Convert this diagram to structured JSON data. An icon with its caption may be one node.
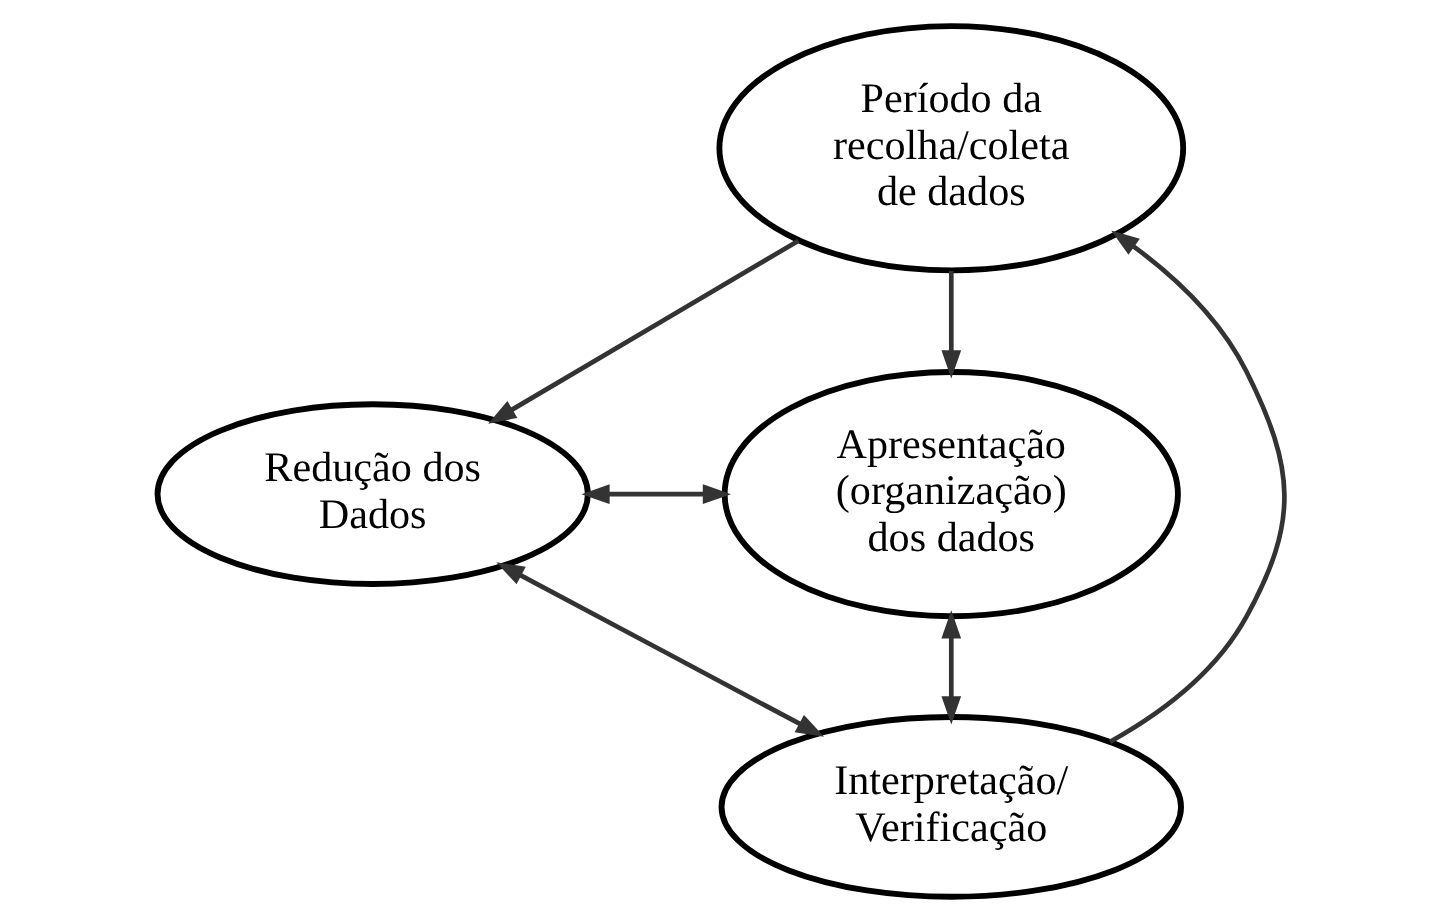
{
  "diagram": {
    "nodes": [
      {
        "text": [
          "Período da recolha/coleta de dados"
        ]
      },
      {
        "text": [
          "Apresentação (organização) dos dados"
        ]
      },
      {
        "text": [
          "Redução dos Dados"
        ]
      },
      {
        "text": [
          "Interpretação/ Verificação"
        ]
      }
    ],
    "edges": [
      {
        "from": 0,
        "to": 1,
        "arrow": "to"
      },
      {
        "from": 0,
        "to": 2,
        "arrow": "to"
      },
      {
        "from": 2,
        "to": 1,
        "arrow": "both"
      },
      {
        "from": 2,
        "to": 3,
        "arrow": "both"
      },
      {
        "from": 3,
        "to": 1,
        "arrow": "both"
      },
      {
        "from": 3,
        "to": 0,
        "arrow": "to"
      }
    ]
  }
}
